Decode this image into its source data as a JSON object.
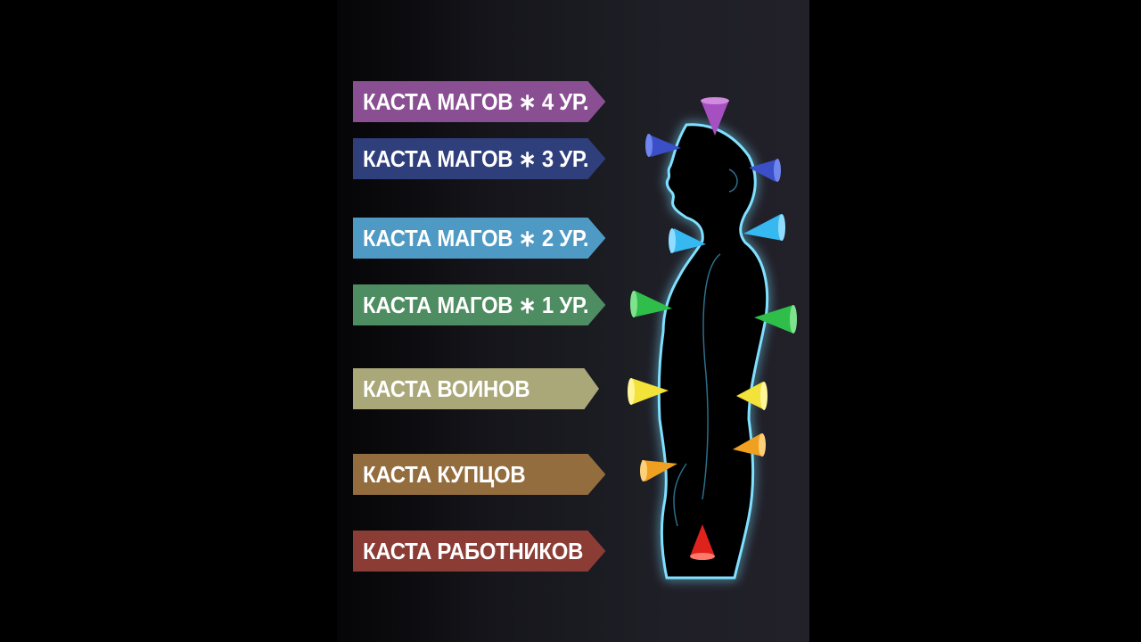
{
  "castes": [
    {
      "label": "КАСТА МАГОВ ∗ 4 УР.",
      "color": "#8a4f93"
    },
    {
      "label": "КАСТА МАГОВ ∗ 3 УР.",
      "color": "#2f3f7c"
    },
    {
      "label": "КАСТА МАГОВ ∗ 2 УР.",
      "color": "#4e9ac4"
    },
    {
      "label": "КАСТА МАГОВ ∗ 1 УР.",
      "color": "#4e8c61"
    },
    {
      "label": "КАСТА ВОИНОВ",
      "color": "#aaa779"
    },
    {
      "label": "КАСТА КУПЦОВ",
      "color": "#936d3e"
    },
    {
      "label": "КАСТА РАБОТНИКОВ",
      "color": "#8b3c34"
    }
  ],
  "cone_colors": {
    "crown": "#a64fc0",
    "third_eye": "#3a4fc8",
    "throat": "#36b8f0",
    "heart": "#2fbe4a",
    "solar_plexus": "#f2e23a",
    "sacral": "#f0a021",
    "root": "#e0221c"
  },
  "body_outline_color": "#7fe0ff"
}
